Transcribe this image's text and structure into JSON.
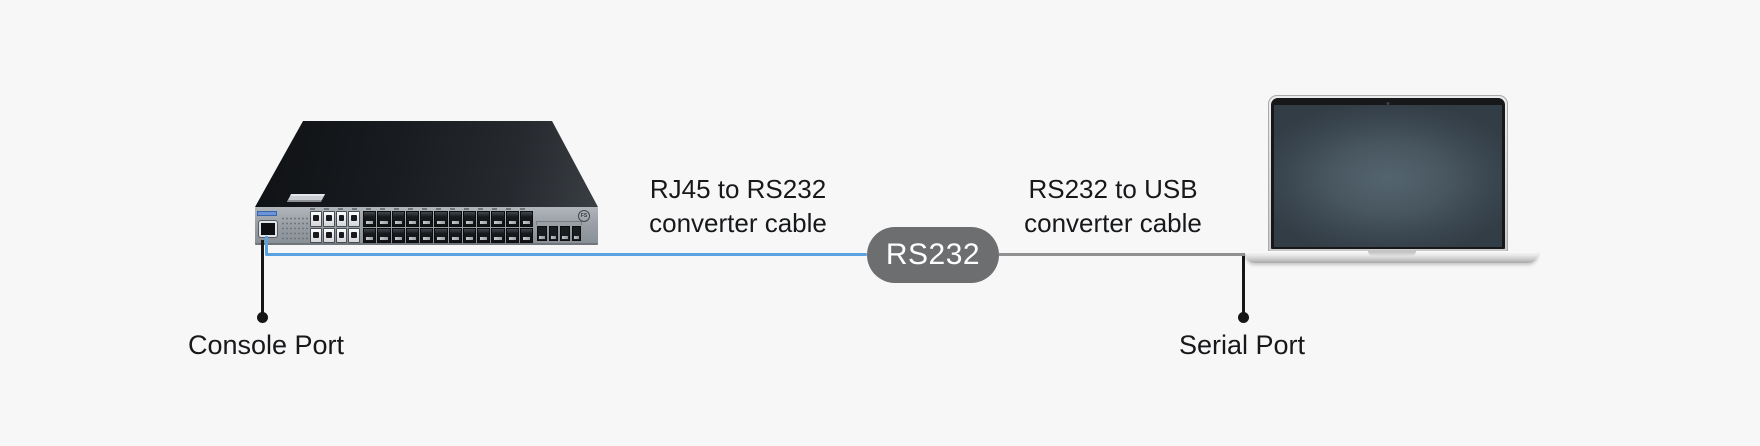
{
  "labels": {
    "left_cable": {
      "line1": "RJ45 to RS232",
      "line2": "converter cable"
    },
    "right_cable": {
      "line1": "RS232 to USB",
      "line2": "converter cable"
    },
    "badge": "RS232",
    "console_port": "Console Port",
    "serial_port": "Serial Port"
  },
  "colors": {
    "background": "#f7f7f8",
    "cable_blue": "#5aa2e2",
    "cable_gray": "#909090",
    "badge_bg": "#6d6e70",
    "badge_text": "#ffffff",
    "pointer_black": "#161616",
    "label_text": "#17181a"
  },
  "switch": {
    "logo": "FS",
    "rj45_ports": 8,
    "sfp_ports": 24,
    "uplink_ports": 4
  }
}
